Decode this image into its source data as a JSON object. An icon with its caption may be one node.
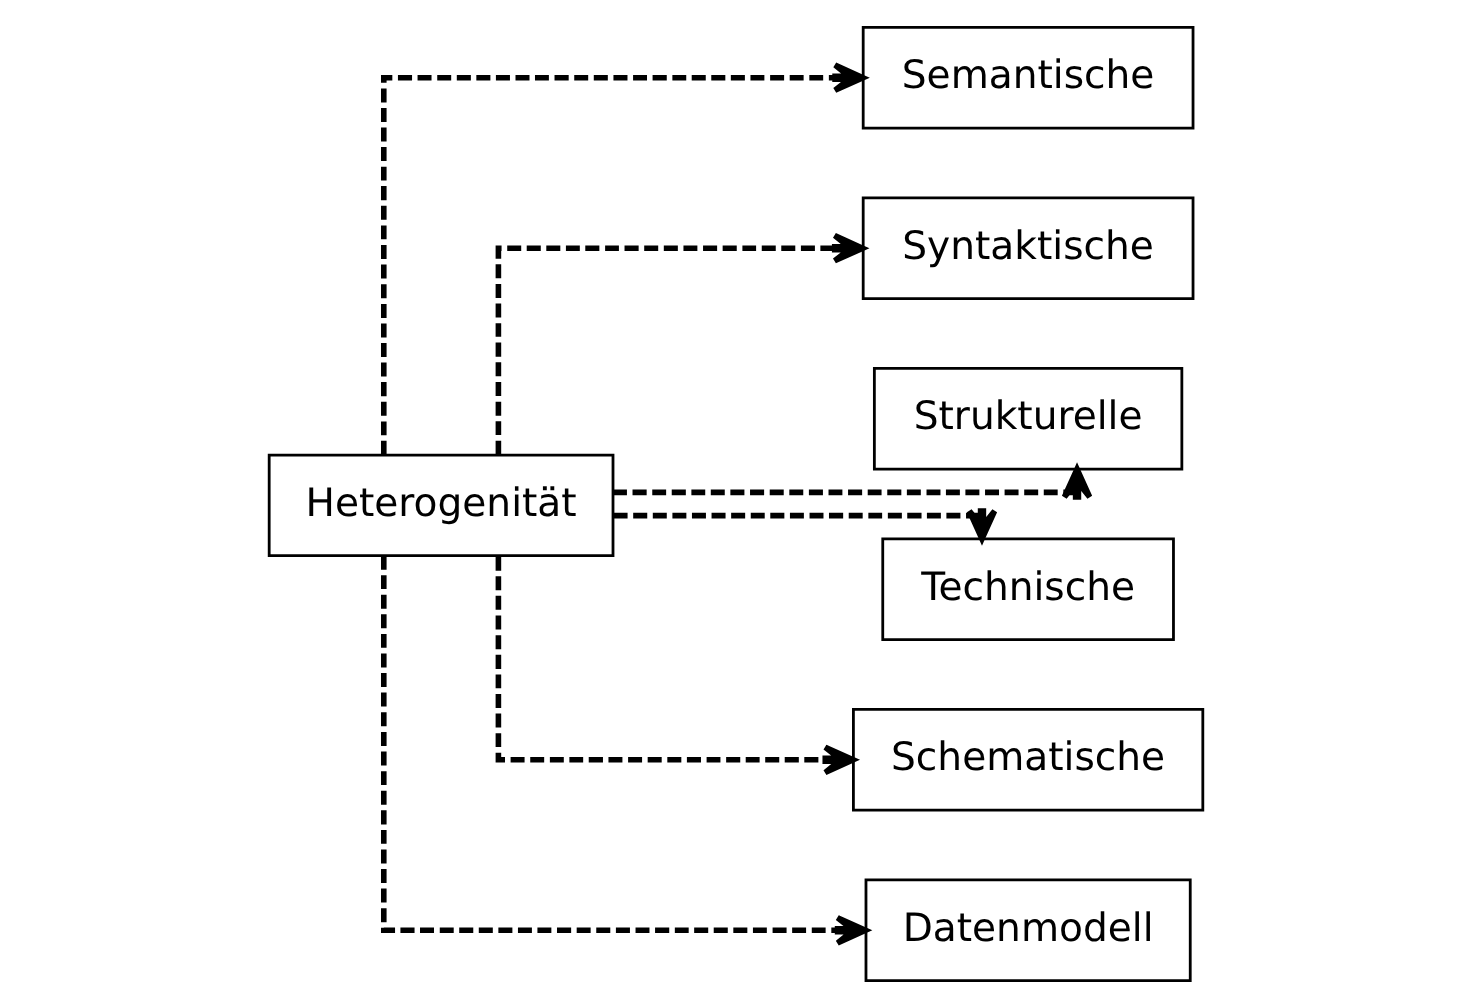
{
  "diagram": {
    "nodes": [
      {
        "text": [
          "Heterogenität"
        ]
      },
      {
        "text": [
          "Semantische"
        ]
      },
      {
        "text": [
          "Syntaktische"
        ]
      },
      {
        "text": [
          "Strukturelle"
        ]
      },
      {
        "text": [
          "Technische"
        ]
      },
      {
        "text": [
          "Schematische"
        ]
      },
      {
        "text": [
          "Datenmodell"
        ]
      }
    ],
    "edges": [
      {
        "from": 0,
        "to": 1,
        "arrow": "to",
        "style": "dashed"
      },
      {
        "from": 0,
        "to": 2,
        "arrow": "to",
        "style": "dashed"
      },
      {
        "from": 0,
        "to": 3,
        "arrow": "to",
        "style": "dashed"
      },
      {
        "from": 0,
        "to": 4,
        "arrow": "to",
        "style": "dashed"
      },
      {
        "from": 0,
        "to": 5,
        "arrow": "to",
        "style": "dashed"
      },
      {
        "from": 0,
        "to": 6,
        "arrow": "to",
        "style": "dashed"
      }
    ]
  }
}
